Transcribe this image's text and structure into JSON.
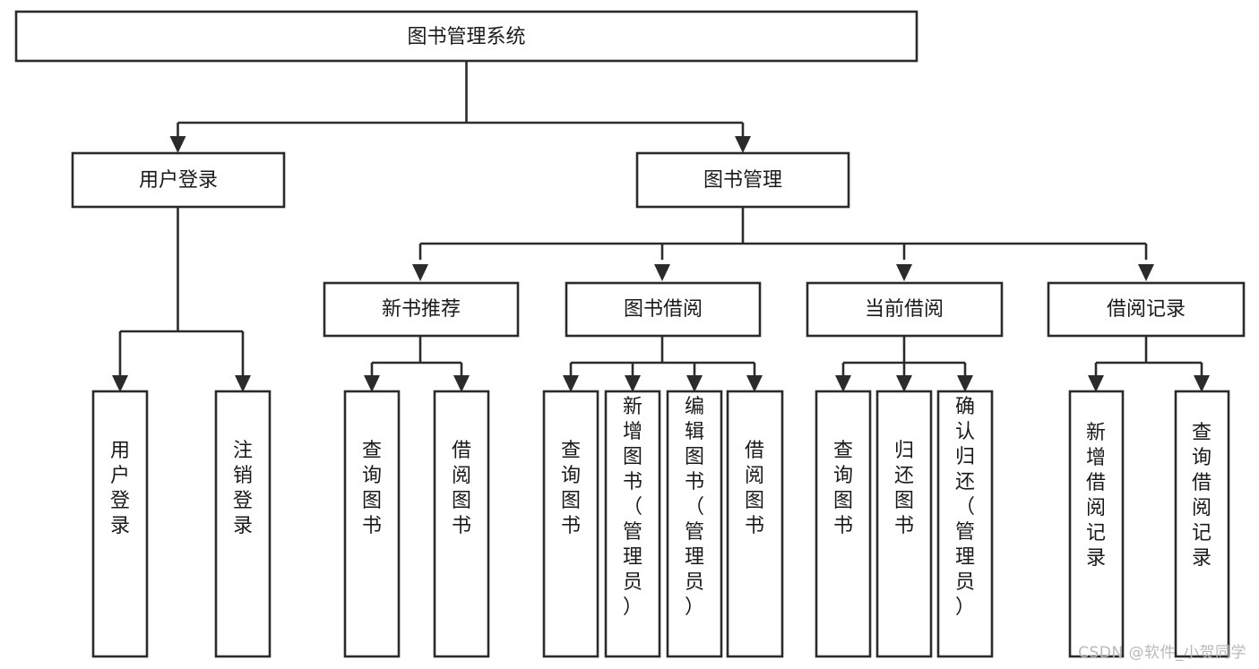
{
  "diagram": {
    "title": "图书管理系统",
    "watermark": "CSDN @软件_小贺同学",
    "colors": {
      "stroke": "#2b2b2b",
      "fill": "#ffffff",
      "text": "#1a1a1a",
      "watermark": "#b9b9b9",
      "background": "#ffffff"
    },
    "root": {
      "label": "图书管理系统",
      "orientation": "horizontal"
    },
    "level2": [
      {
        "label": "用户登录",
        "orientation": "horizontal"
      },
      {
        "label": "图书管理",
        "orientation": "horizontal"
      }
    ],
    "level3": [
      {
        "label": "新书推荐",
        "orientation": "horizontal"
      },
      {
        "label": "图书借阅",
        "orientation": "horizontal"
      },
      {
        "label": "当前借阅",
        "orientation": "horizontal"
      },
      {
        "label": "借阅记录",
        "orientation": "horizontal"
      }
    ],
    "leaves": {
      "user_login": [
        {
          "label": "用户登录",
          "orientation": "vertical"
        },
        {
          "label": "注销登录",
          "orientation": "vertical"
        }
      ],
      "new_book_recommend": [
        {
          "label": "查询图书",
          "orientation": "vertical"
        },
        {
          "label": "借阅图书",
          "orientation": "vertical"
        }
      ],
      "book_borrow": [
        {
          "label": "查询图书",
          "orientation": "vertical"
        },
        {
          "label": "新增图书（管理员）",
          "orientation": "vertical"
        },
        {
          "label": "编辑图书（管理员）",
          "orientation": "vertical"
        },
        {
          "label": "借阅图书",
          "orientation": "vertical"
        }
      ],
      "current_borrow": [
        {
          "label": "查询图书",
          "orientation": "vertical"
        },
        {
          "label": "归还图书",
          "orientation": "vertical"
        },
        {
          "label": "确认归还（管理员）",
          "orientation": "vertical"
        }
      ],
      "borrow_record": [
        {
          "label": "新增借阅记录",
          "orientation": "vertical"
        },
        {
          "label": "查询借阅记录",
          "orientation": "vertical"
        }
      ]
    }
  }
}
